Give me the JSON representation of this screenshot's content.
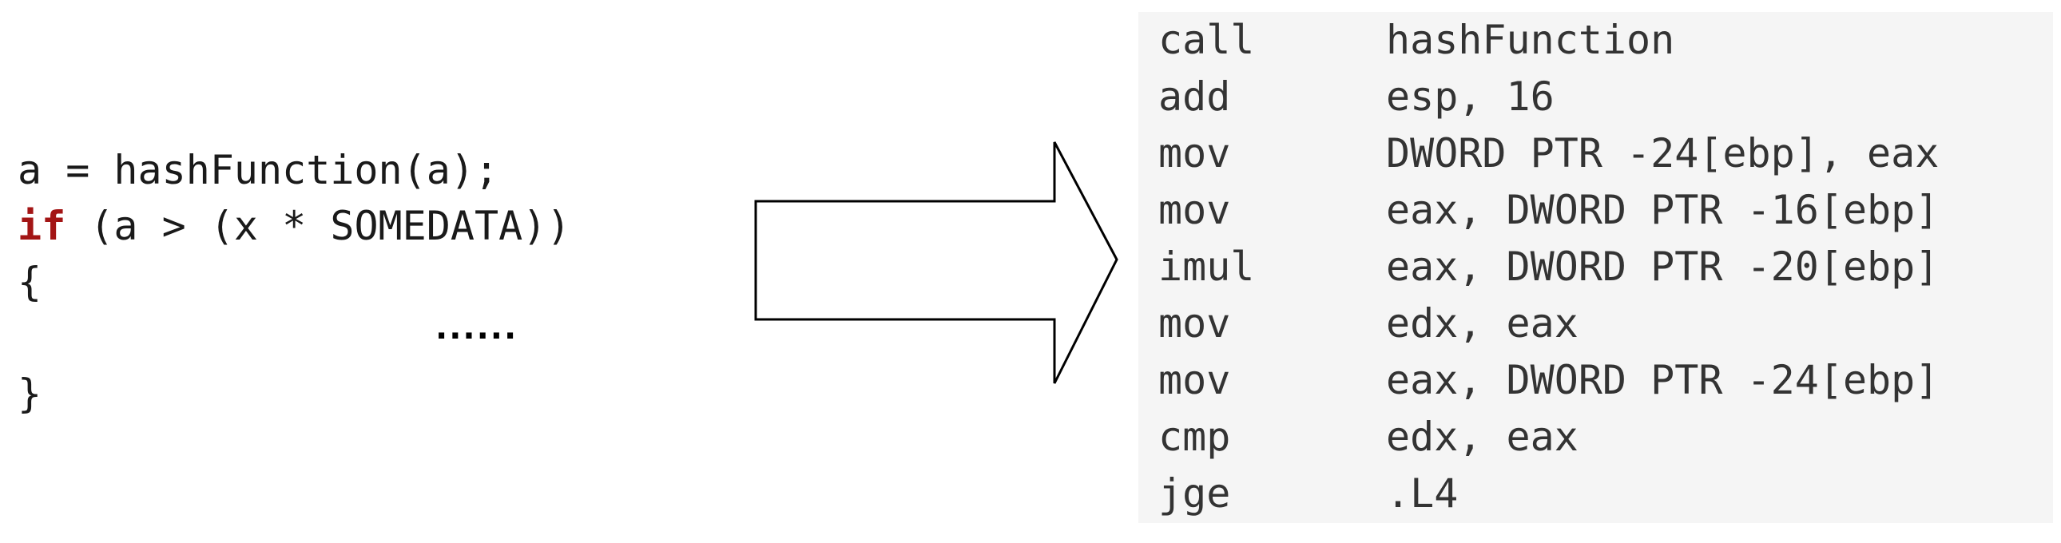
{
  "source": {
    "line1": "a = hashFunction(a);",
    "line2_keyword": "if",
    "line2_rest": " (a > (x * SOMEDATA))",
    "line3": "{",
    "ellipsis": "......",
    "line5": "}"
  },
  "assembly": [
    {
      "op": "call",
      "args": "hashFunction"
    },
    {
      "op": "add",
      "args": "esp, 16"
    },
    {
      "op": "mov",
      "args": "DWORD PTR -24[ebp], eax"
    },
    {
      "op": "mov",
      "args": "eax, DWORD PTR -16[ebp]"
    },
    {
      "op": "imul",
      "args": "eax, DWORD PTR -20[ebp]"
    },
    {
      "op": "mov",
      "args": "edx, eax"
    },
    {
      "op": "mov",
      "args": "eax, DWORD PTR -24[ebp]"
    },
    {
      "op": "cmp",
      "args": "edx, eax"
    },
    {
      "op": "jge",
      "args": ".L4"
    }
  ],
  "colors": {
    "keyword": "#a31515",
    "code_text": "#1a1a1a",
    "asm_background": "#f5f5f5",
    "asm_text": "#333333"
  }
}
